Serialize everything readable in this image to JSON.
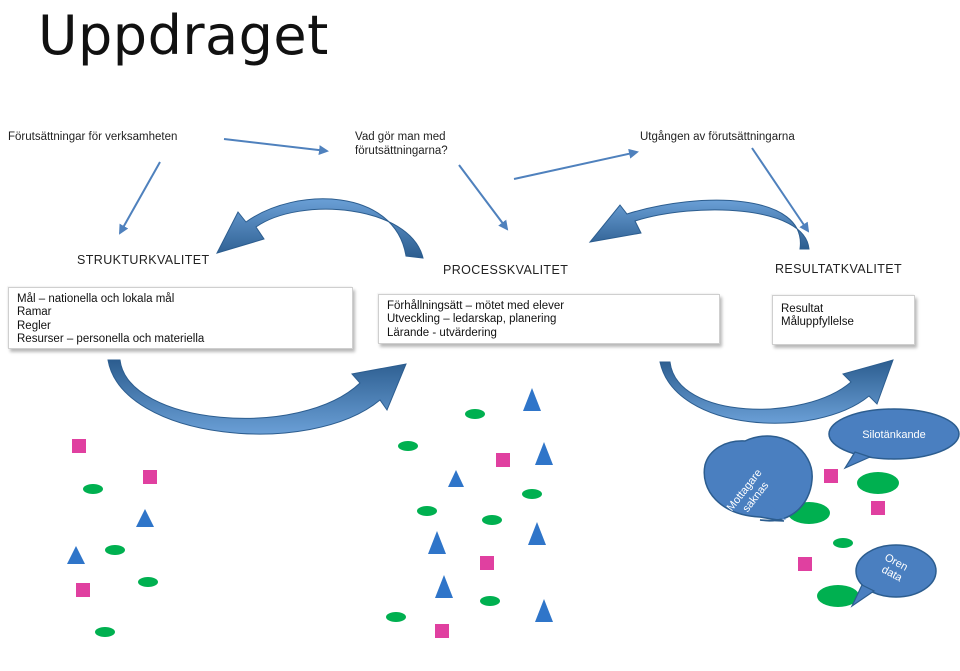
{
  "title": "Uppdraget",
  "top_labels": {
    "forutsattningar": "Förutsättningar för verksamheten",
    "vad_gor_line1": "Vad gör man med",
    "vad_gor_line2": "förutsättningarna?",
    "utgangen": "Utgången av förutsättningarna"
  },
  "headings": {
    "struktur": "STRUKTURKVALITET",
    "process": "PROCESSKVALITET",
    "resultat": "RESULTATKVALITET"
  },
  "boxes": {
    "struktur": [
      "Mål – nationella och lokala mål",
      "Ramar",
      "Regler",
      "Resurser – personella och materiella"
    ],
    "process": [
      "Förhållningsätt – mötet med elever",
      "Utveckling – ledarskap, planering",
      "Lärande - utvärdering"
    ],
    "resultat": [
      "Resultat",
      "Måluppfyllelse"
    ]
  },
  "bubbles": {
    "mottagare_line1": "Mottagare",
    "mottagare_line2": "saknas",
    "silotankande": "Silotänkande",
    "oren_line1": "Oren",
    "oren_line2": "data"
  },
  "colors": {
    "arrow_blue": "#4f81bd",
    "curve_dark": "#2c5d8f",
    "curve_light": "#6a9fd6",
    "green": "#00b050",
    "magenta": "#e040a0",
    "triangle": "#2f75c9",
    "bubble": "#4a7fc0"
  }
}
